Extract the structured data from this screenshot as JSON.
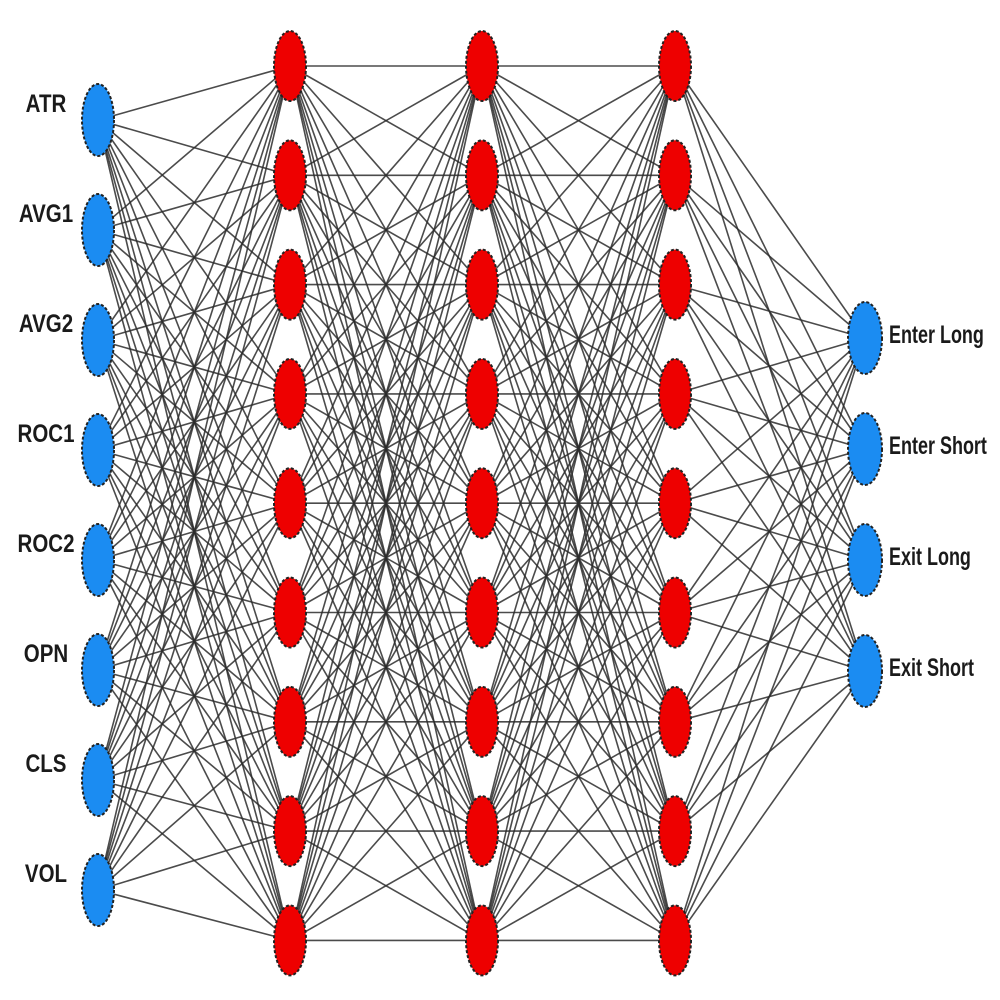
{
  "diagram": {
    "colors": {
      "input_node": "#1b8cf2",
      "hidden_node": "#ee0000",
      "output_node": "#1b8cf2",
      "connection": "#2b2b2b",
      "node_outline": "#222222",
      "label": "#1a1a1a"
    },
    "input_labels": [
      "ATR",
      "AVG1",
      "AVG2",
      "ROC1",
      "ROC2",
      "OPN",
      "CLS",
      "VOL"
    ],
    "hidden_layers": [
      {
        "node_count": 9
      },
      {
        "node_count": 9
      },
      {
        "node_count": 9
      }
    ],
    "output_labels": [
      "Enter Long",
      "Enter Short",
      "Exit Long",
      "Exit Short"
    ],
    "connectivity": "fully-connected"
  }
}
